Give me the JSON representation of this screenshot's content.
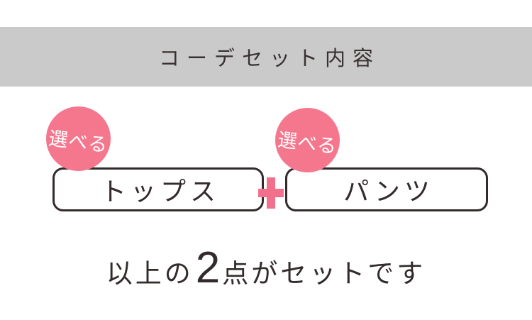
{
  "header": {
    "title": "コーデセット内容"
  },
  "items": [
    {
      "badge": "選べる",
      "label": "トップス"
    },
    {
      "badge": "選べる",
      "label": "パンツ"
    }
  ],
  "separator": {
    "icon": "plus-icon"
  },
  "footer": {
    "prefix": "以上の",
    "count": "2",
    "suffix": "点がセットです"
  },
  "colors": {
    "accent_pink": "#f5778e",
    "plus_pink": "#f2708c",
    "header_gray": "#cacaca",
    "text_dark": "#332b2b",
    "badge_text": "#ffffff",
    "background": "#ffffff"
  }
}
